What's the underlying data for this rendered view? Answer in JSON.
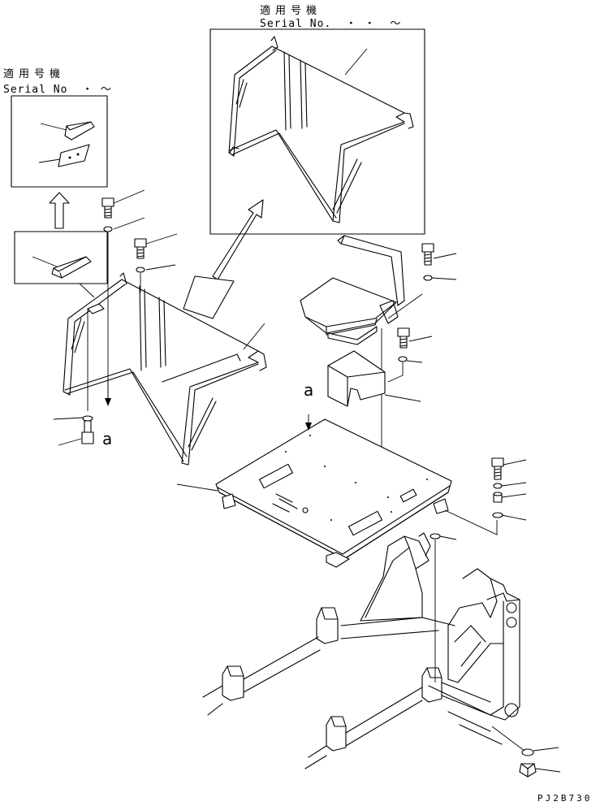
{
  "serial_box_top": {
    "jp_label": "適用号機",
    "serial_label": "Serial No.  ・ ・  ～"
  },
  "serial_box_left": {
    "jp_label": "適用号機",
    "serial_label": "Serial No  ・ ～"
  },
  "reference_marks": {
    "a_lower_left": "a",
    "a_floor": "a"
  },
  "drawing_code": "PJ2B730",
  "icons": [
    "arrow-up-icon",
    "arrow-diagonal-icon",
    "arrow-down-icon"
  ]
}
